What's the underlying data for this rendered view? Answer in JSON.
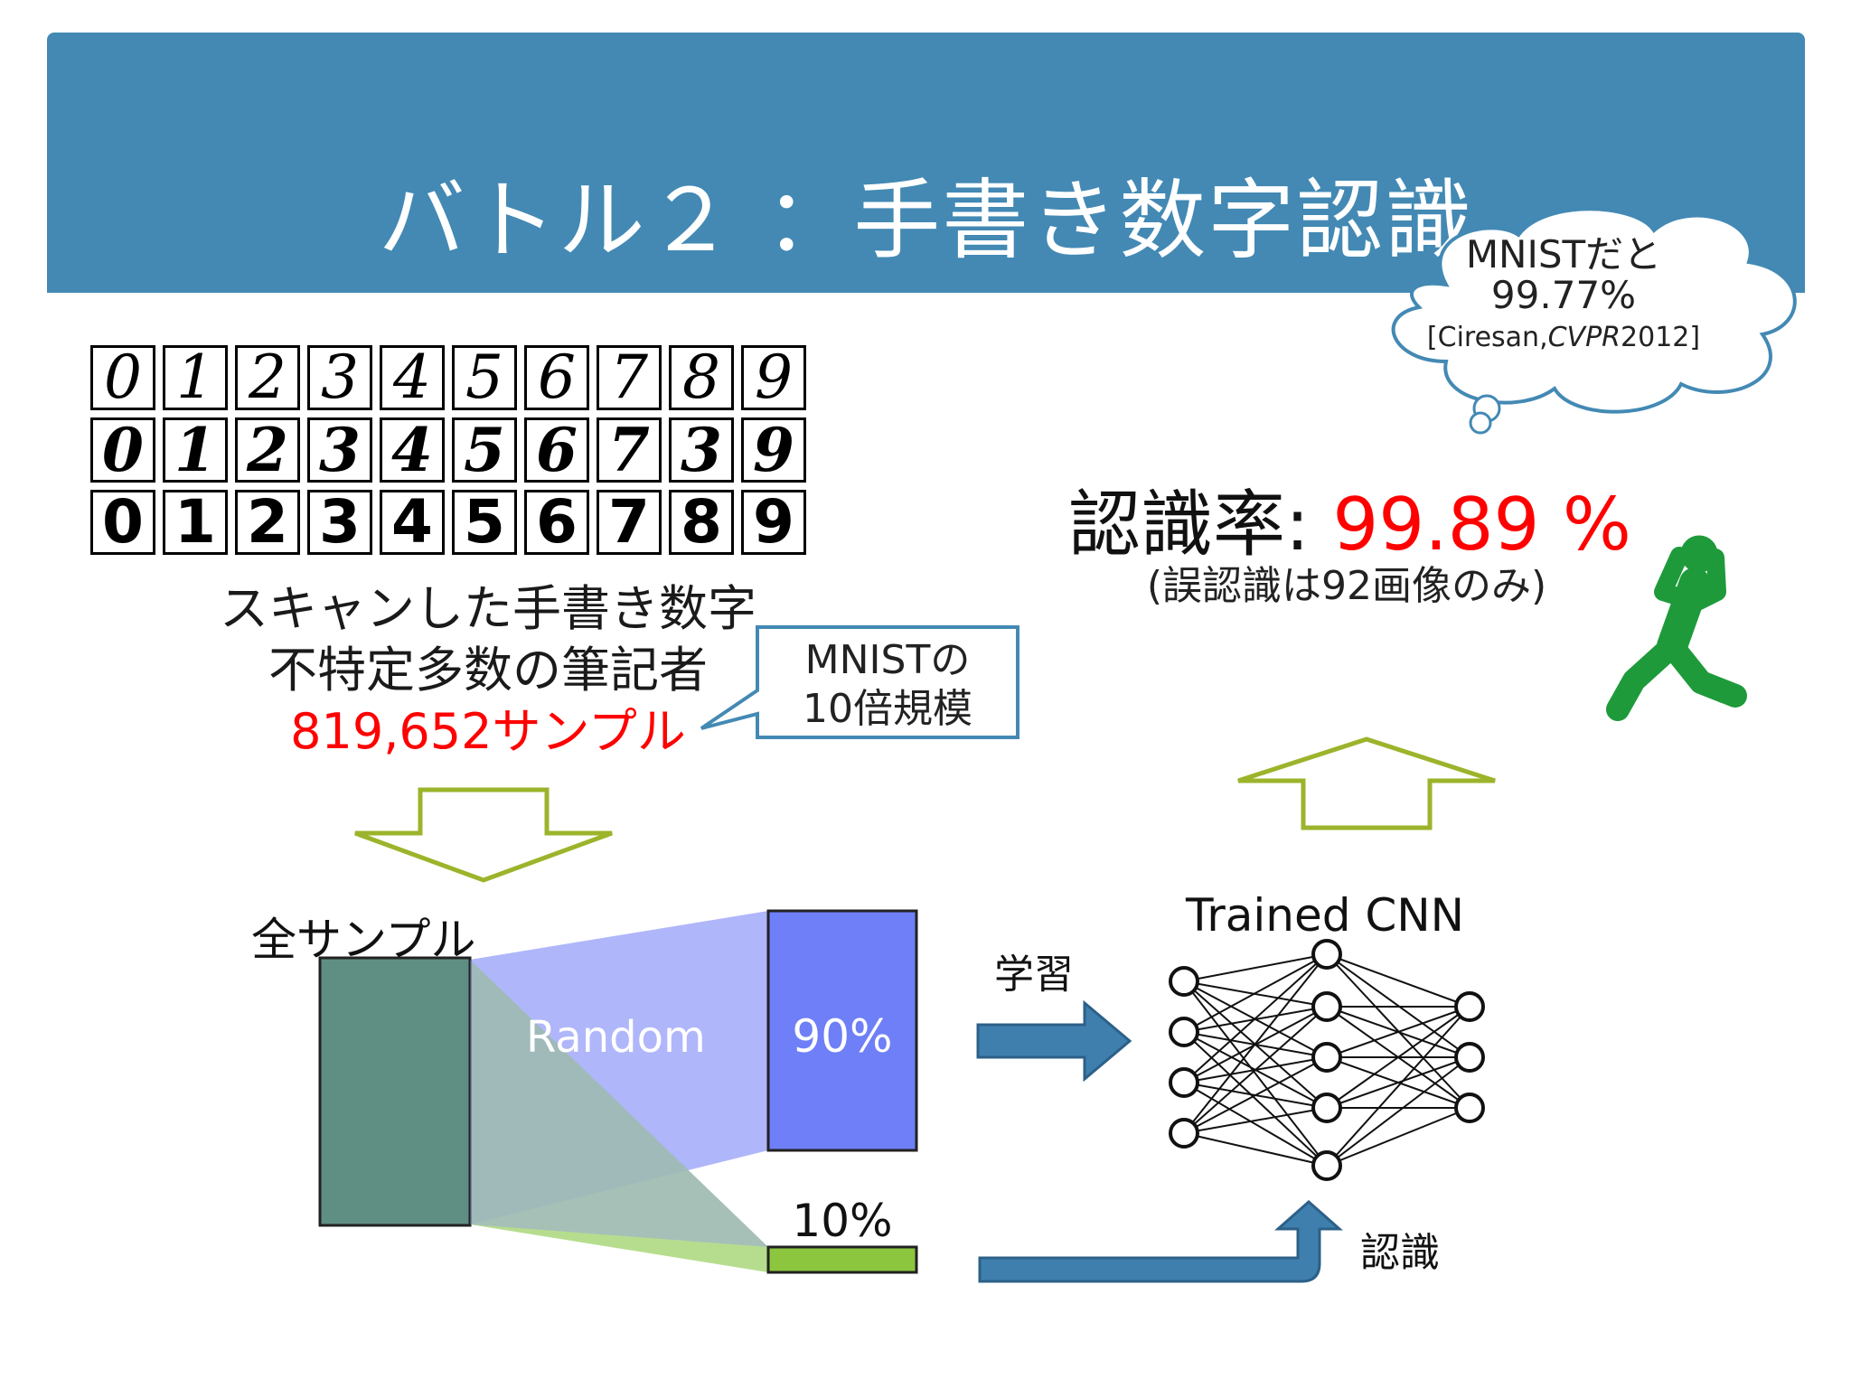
{
  "title": "バトル２ ：手書き数字認識",
  "cloud": {
    "line1": "MNISTだと",
    "line2": "99.77%",
    "citation_prefix": "[Ciresan,",
    "citation_italic": "CVPR",
    "citation_suffix": "2012]"
  },
  "digit_rows": [
    [
      "0",
      "1",
      "2",
      "3",
      "4",
      "5",
      "6",
      "7",
      "8",
      "9"
    ],
    [
      "0",
      "1",
      "2",
      "3",
      "4",
      "5",
      "6",
      "7",
      "3",
      "9"
    ],
    [
      "0",
      "1",
      "2",
      "3",
      "4",
      "5",
      "6",
      "7",
      "8",
      "9"
    ]
  ],
  "description": {
    "line1": "スキャンした手書き数字",
    "line2": "不特定多数の筆記者",
    "line3": "819,652サンプル"
  },
  "callout": {
    "line1": "MNISTの",
    "line2": "10倍規模"
  },
  "recognition": {
    "label": "認識率:",
    "value": "99.89 %",
    "note": "(誤認識は92画像のみ)"
  },
  "flow": {
    "all_samples": "全サンプル",
    "random": "Random",
    "pct_train": "90%",
    "pct_test": "10%",
    "learn": "学習",
    "cnn": "Trained CNN",
    "recognize": "認識"
  },
  "colors": {
    "header": "#4389b4",
    "all_box": "#5f8e83",
    "train_box": "#6e7ff7",
    "test_box": "#8cc63f",
    "arrow_outline": "#9bb42b",
    "blue_arrow": "#3f7fae",
    "figure": "#1e9a3a",
    "highlight": "#ff0000"
  }
}
